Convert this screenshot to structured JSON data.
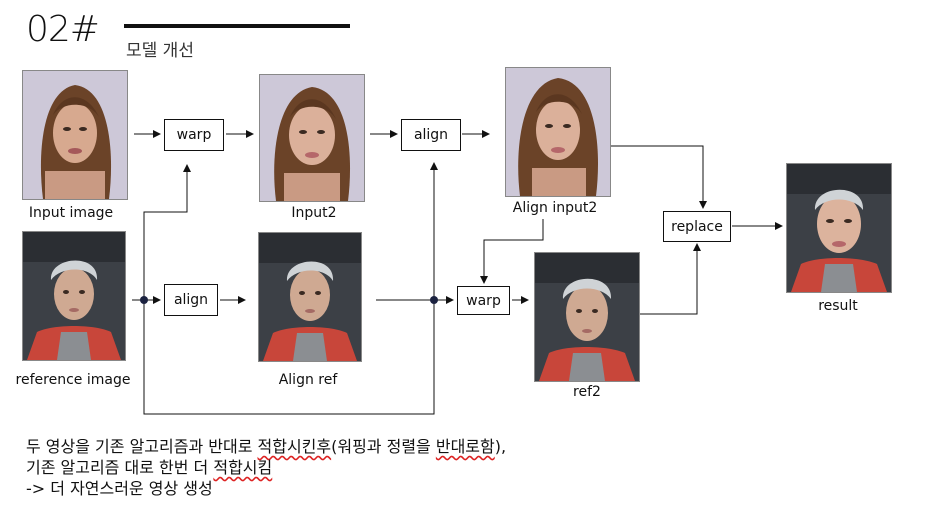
{
  "header": {
    "slide_number": "02#",
    "subtitle": "모델 개선"
  },
  "captions": {
    "input_image": "Input image",
    "reference_image": "reference image",
    "input2": "Input2",
    "align_ref": "Align ref",
    "align_input2": "Align input2",
    "ref2": "ref2",
    "result": "result"
  },
  "ops": {
    "warp_top": "warp",
    "align_top": "align",
    "align_bottom": "align",
    "warp_bottom": "warp",
    "replace": "replace"
  },
  "notes": {
    "line1_a": "두 영상을 기존 알고리즘과 반대로 ",
    "line1_b": "적합시킨후",
    "line1_c": "(워핑과 정렬을 ",
    "line1_d": "반대로함",
    "line1_e": "),",
    "line2_a": "기존 알고리즘 대로 한번 더 ",
    "line2_b": "적합시킴",
    "line3": "-> 더 자연스러운 영상 생성"
  },
  "colors": {
    "line": "#111111",
    "squiggle": "#dd2222",
    "bg_face": "#c9c6d6",
    "bg_street": "#3a3e44"
  }
}
